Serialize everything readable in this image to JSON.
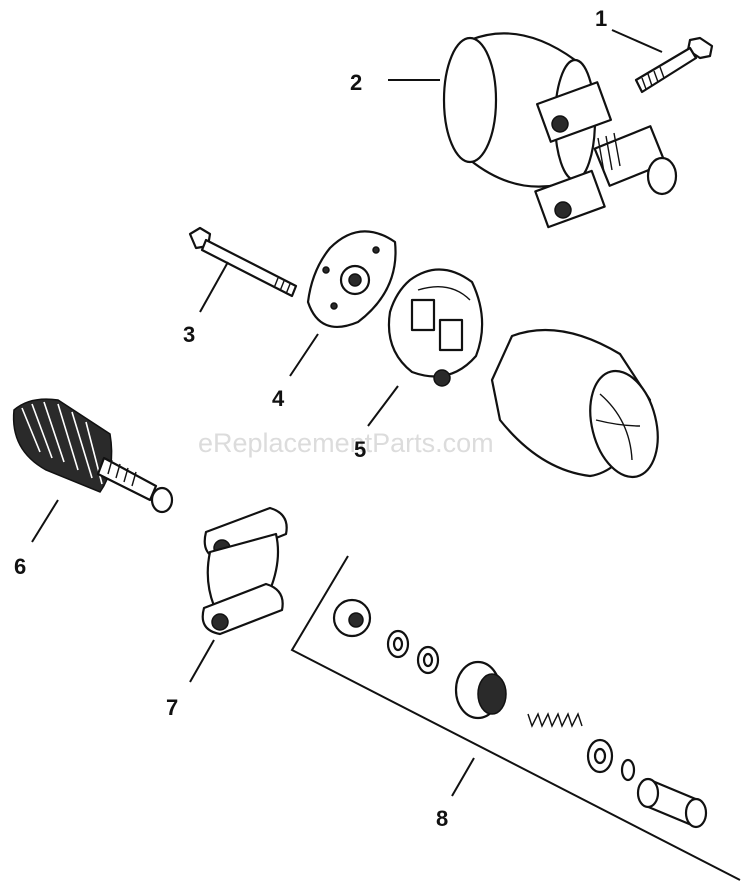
{
  "watermark": "eReplacementParts.com",
  "callouts": {
    "c1": "1",
    "c2": "2",
    "c3": "3",
    "c4": "4",
    "c5": "5",
    "c6": "6",
    "c7": "7",
    "c8": "8"
  },
  "colors": {
    "ink": "#111111",
    "paper": "#ffffff",
    "watermark": "#dcdcdc"
  }
}
